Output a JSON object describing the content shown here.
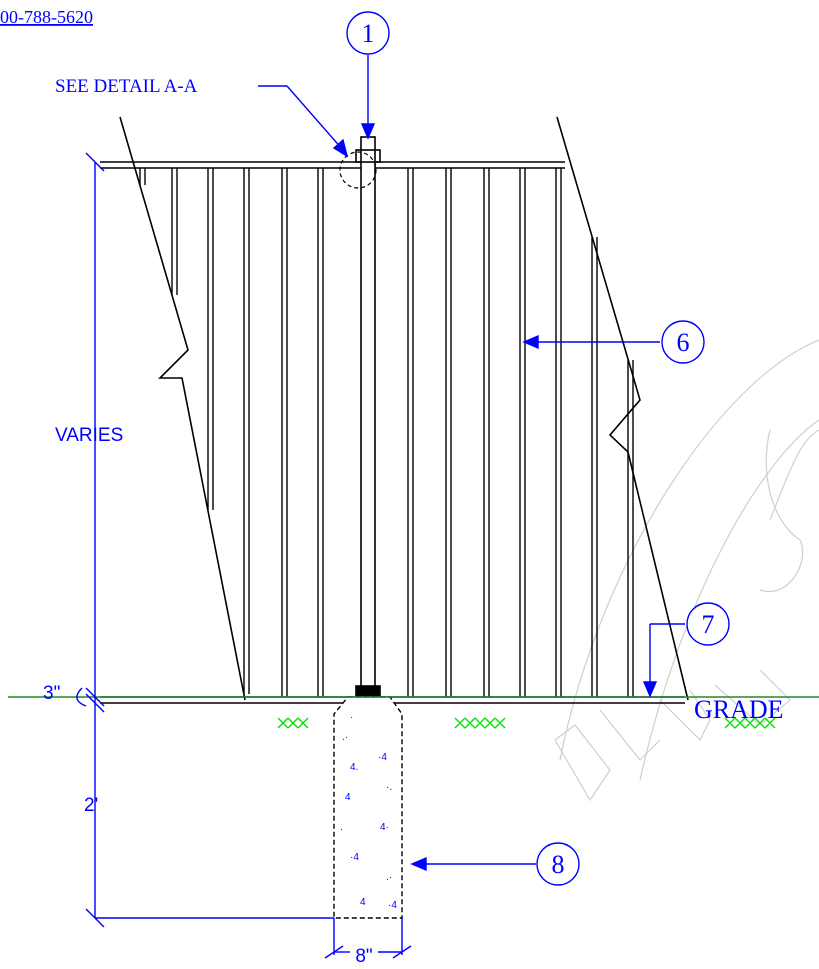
{
  "phone_fragment": "00-788-5620",
  "callouts": {
    "c1": "1",
    "c6": "6",
    "c7": "7",
    "c8": "8"
  },
  "labels": {
    "see_detail": "SEE DETAIL A-A",
    "grade": "GRADE",
    "varies": "VARIES",
    "gap_3in": "3\"",
    "depth_2ft": "2'",
    "width_8in": "8\""
  },
  "colors": {
    "annotation": "#0000ff",
    "grade_line": "#228b22",
    "grass": "#00dd00",
    "linework": "#000000",
    "watermark": "#c8c8c8"
  }
}
